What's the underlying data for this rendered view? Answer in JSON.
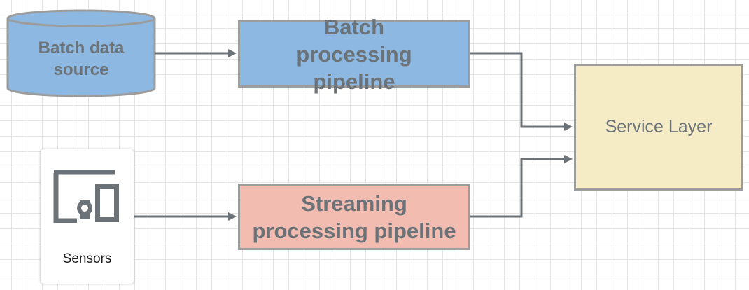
{
  "nodes": {
    "batch_source": "Batch data source",
    "batch_pipeline": "Batch processing pipeline",
    "sensors": "Sensors",
    "streaming_pipeline": "Streaming processing pipeline",
    "service_layer": "Service Layer"
  },
  "colors": {
    "batch_fill": "#8db8e2",
    "streaming_fill": "#f3bcb1",
    "service_fill": "#f5ecc6",
    "border": "#9c9c9c",
    "arrow": "#6b7378",
    "text": "#6b7378"
  },
  "icons": {
    "sensors": "devices-icon"
  }
}
